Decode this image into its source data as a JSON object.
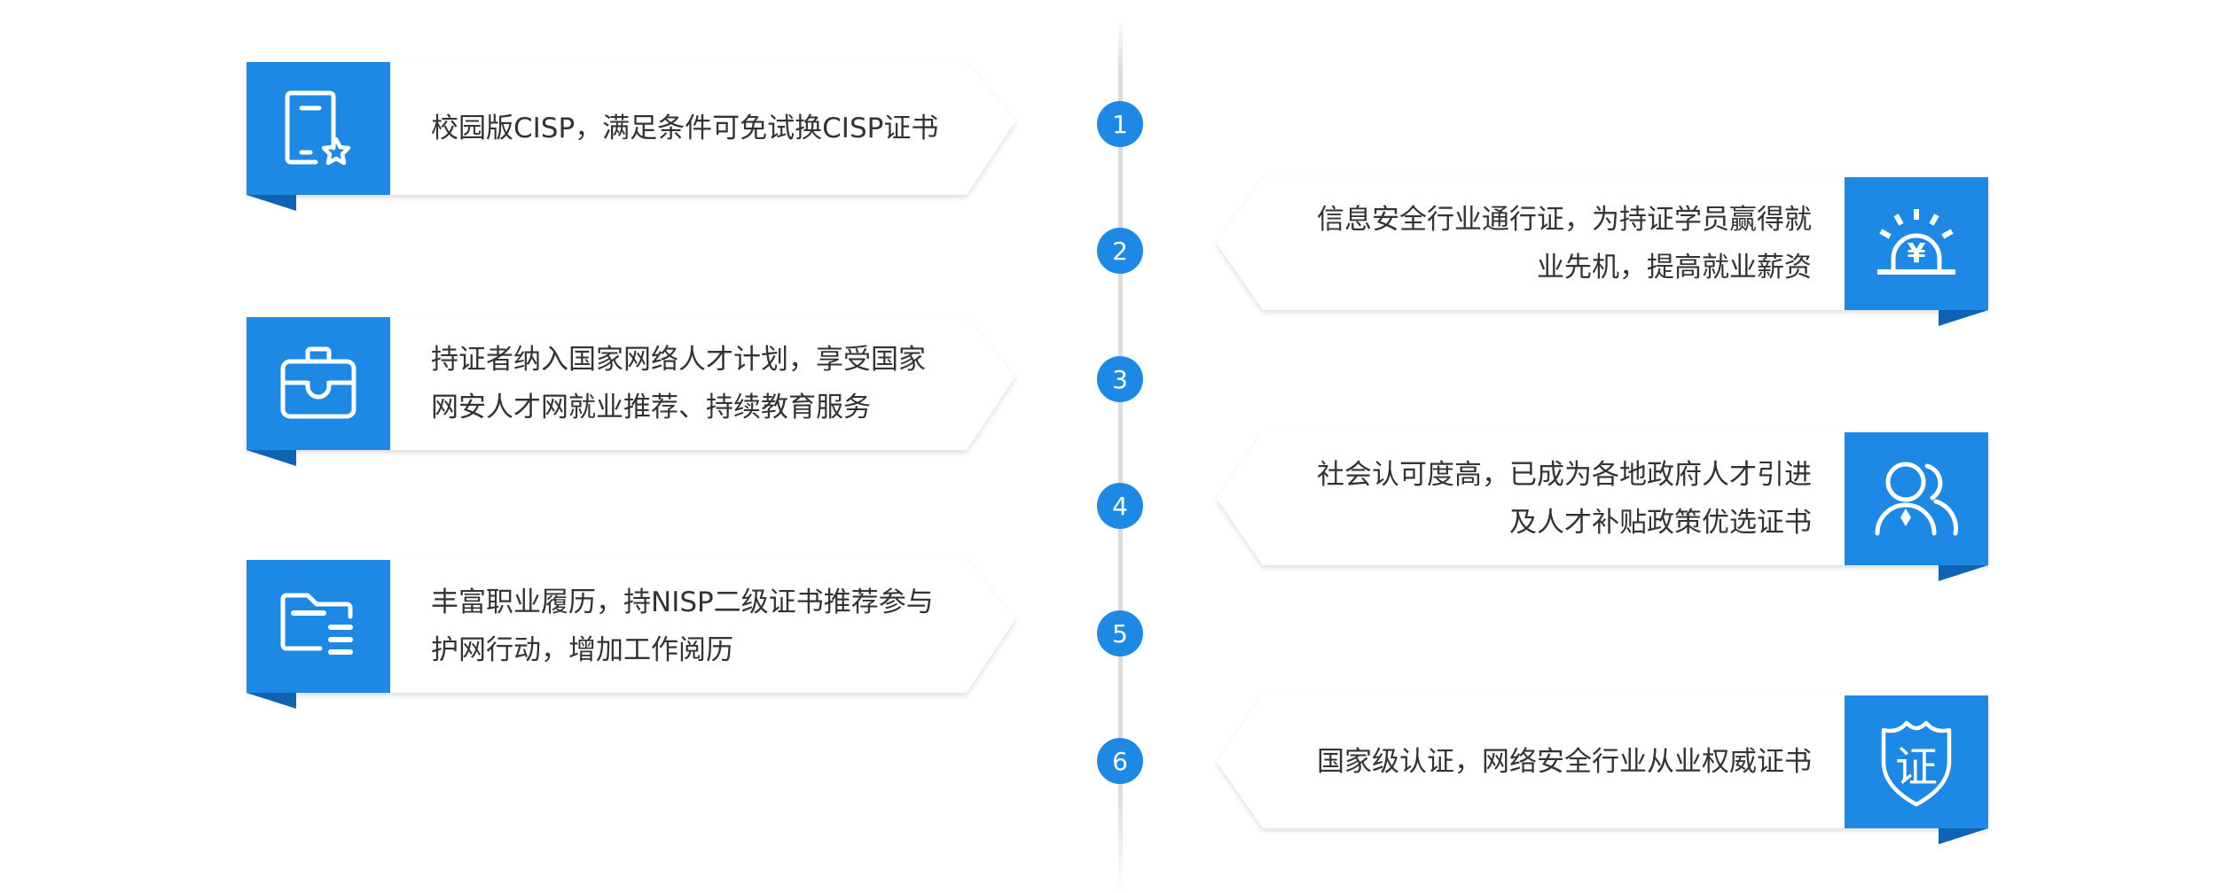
{
  "timeline": {
    "steps": [
      {
        "number": "1",
        "side": "left",
        "icon": "certificate-star-icon",
        "lines": [
          "校园版CISP，满足条件可免试换CISP证书"
        ]
      },
      {
        "number": "2",
        "side": "right",
        "icon": "sunrise-yen-icon",
        "lines": [
          "信息安全行业通行证，为持证学员赢得就",
          "业先机，提高就业薪资"
        ]
      },
      {
        "number": "3",
        "side": "left",
        "icon": "briefcase-icon",
        "lines": [
          "持证者纳入国家网络人才计划，享受国家",
          "网安人才网就业推荐、持续教育服务"
        ]
      },
      {
        "number": "4",
        "side": "right",
        "icon": "people-icon",
        "lines": [
          "社会认可度高，已成为各地政府人才引进",
          "及人才补贴政策优选证书"
        ]
      },
      {
        "number": "5",
        "side": "left",
        "icon": "folder-list-icon",
        "lines": [
          "丰富职业履历，持NISP二级证书推荐参与",
          "护网行动，增加工作阅历"
        ]
      },
      {
        "number": "6",
        "side": "right",
        "icon": "certificate-shield-icon",
        "icon_text": "证",
        "lines": [
          "国家级认证，网络安全行业从业权威证书"
        ]
      }
    ]
  },
  "colors": {
    "accent": "#1e88e5",
    "fold": "#0f63b3",
    "text": "#333333",
    "line": "#dcdcdc"
  }
}
